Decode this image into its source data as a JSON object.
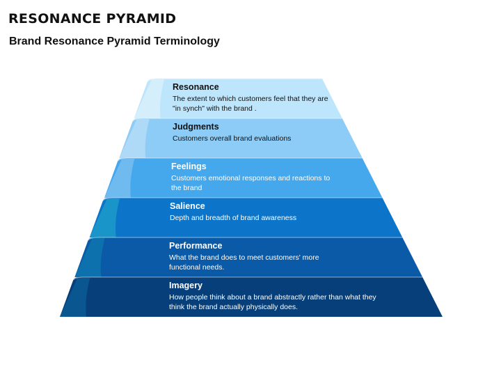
{
  "title": "RESONANCE PYRAMID",
  "subtitle": "Brand Resonance Pyramid Terminology",
  "tiers": [
    {
      "name": "Resonance",
      "description": "The extent to which customers feel that they are \"in synch\" with the brand .",
      "color": "#bde5fb",
      "side_color": "#d9f0fc",
      "text_color": "dark"
    },
    {
      "name": "Judgments",
      "description": "Customers overall brand evaluations",
      "color": "#8cccf6",
      "side_color": "#b4dcf7",
      "text_color": "dark"
    },
    {
      "name": "Feelings",
      "description": "Customers emotional responses and reactions to the brand",
      "color": "#46a8ec",
      "side_color": "#77bdef",
      "text_color": "light"
    },
    {
      "name": "Salience",
      "description": "Depth and breadth of brand awareness",
      "color": "#0c74c9",
      "side_color": "#1d9bc9",
      "text_color": "light"
    },
    {
      "name": "Performance",
      "description": "What the brand does to meet customers' more functional needs.",
      "color": "#0a5aa8",
      "side_color": "#0d76ad",
      "text_color": "light"
    },
    {
      "name": "Imagery",
      "description": "How people think about a brand abstractly rather than what they think the brand actually physically does.",
      "color": "#063f7a",
      "side_color": "#0a5a94",
      "text_color": "light"
    }
  ]
}
